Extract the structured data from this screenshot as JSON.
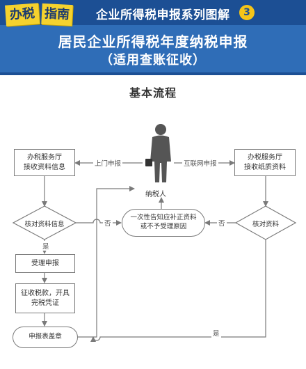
{
  "header": {
    "badge_1": "办税",
    "badge_2": "指南",
    "series_title": "企业所得税申报系列图解",
    "series_number": "3",
    "main_title_line1": "居民企业所得税年度纳税申报",
    "main_title_line2": "（适用查账征收）"
  },
  "diagram": {
    "section_title": "基本流程",
    "taxpayer": "纳税人",
    "hall_left": [
      "办税服务厅",
      "接收资料信息"
    ],
    "hall_right": [
      "办税服务厅",
      "接收纸质资料"
    ],
    "onsite_label": "上门申报",
    "online_label": "互联网申报",
    "verify_left": "核对资料信息",
    "verify_right": "核对资料",
    "notify": [
      "一次性告知应补正资料",
      "或不予受理原因"
    ],
    "no_left": "否",
    "no_right": "否",
    "yes_left": "是",
    "yes_right": "是",
    "accept": "受理申报",
    "collect": [
      "征收税款，开具",
      "完税凭证"
    ],
    "stamp": "申报表盖章"
  },
  "colors": {
    "header_blue": "#2f6db7",
    "header_dark_blue": "#1c4f94",
    "badge_yellow": "#f5d22e",
    "line_gray": "#7a7a7a"
  }
}
